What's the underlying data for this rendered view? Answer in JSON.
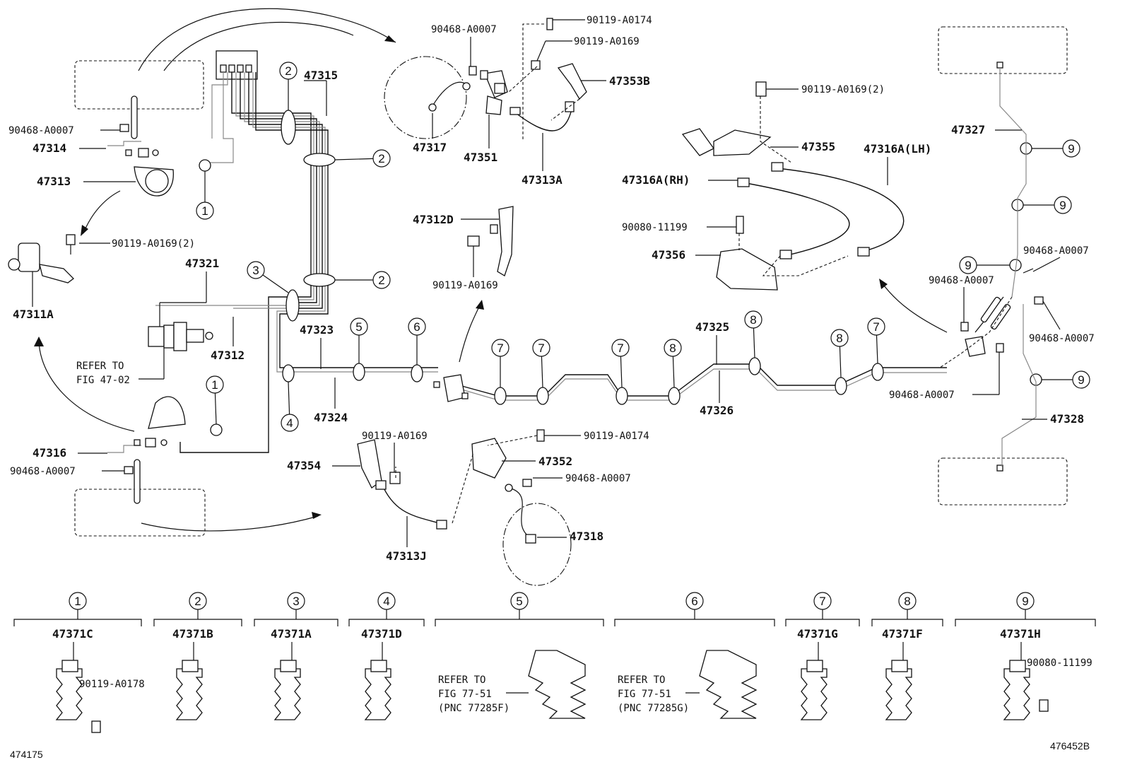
{
  "part_labels": {
    "p47315": "47315",
    "p47314": "47314",
    "p47313": "47313",
    "p90468_tl": "90468-A0007",
    "p90119_l": "90119-A0169(2)",
    "p47311A": "47311A",
    "p47321": "47321",
    "p47312": "47312",
    "refer1a": "REFER TO",
    "refer1b": "FIG 47-02",
    "p47323": "47323",
    "p47324": "47324",
    "p47316": "47316",
    "p90468_bl": "90468-A0007",
    "p90468_t": "90468-A0007",
    "p90119_t174": "90119-A0174",
    "p90119_t169": "90119-A0169",
    "p47353B": "47353B",
    "p47317": "47317",
    "p47351": "47351",
    "p47313A": "47313A",
    "p47312D": "47312D",
    "p90119_m169": "90119-A0169",
    "p90119_r169": "90119-A0169(2)",
    "p47355": "47355",
    "p47316A_LH": "47316A(LH)",
    "p47316A_RH": "47316A(RH)",
    "p90080": "90080-11199",
    "p47356": "47356",
    "p47327": "47327",
    "p90468_r1": "90468-A0007",
    "p90468_r2": "90468-A0007",
    "p90468_r3": "90468-A0007",
    "p90468_r4": "90468-A0007",
    "p47328": "47328",
    "p47325": "47325",
    "p47326": "47326",
    "p90119_b169": "90119-A0169",
    "p90119_b174": "90119-A0174",
    "p47354": "47354",
    "p47352": "47352",
    "p90468_b": "90468-A0007",
    "p47313J": "47313J",
    "p47318": "47318"
  },
  "circle_nums": [
    "1",
    "2",
    "3",
    "4",
    "5",
    "6",
    "7",
    "8",
    "9"
  ],
  "bottom_parts": [
    {
      "num": "1",
      "part": "47371C",
      "extra": "90119-A0178"
    },
    {
      "num": "2",
      "part": "47371B"
    },
    {
      "num": "3",
      "part": "47371A"
    },
    {
      "num": "4",
      "part": "47371D"
    },
    {
      "num": "5",
      "note1": "REFER TO",
      "note2": "FIG 77-51",
      "note3": "(PNC 77285F)"
    },
    {
      "num": "6",
      "note1": "REFER TO",
      "note2": "FIG 77-51",
      "note3": "(PNC 77285G)"
    },
    {
      "num": "7",
      "part": "47371G"
    },
    {
      "num": "8",
      "part": "47371F"
    },
    {
      "num": "9",
      "part": "47371H",
      "extra": "90080-11199"
    }
  ],
  "corner_codes": {
    "left": "474175",
    "right": "476452B"
  }
}
